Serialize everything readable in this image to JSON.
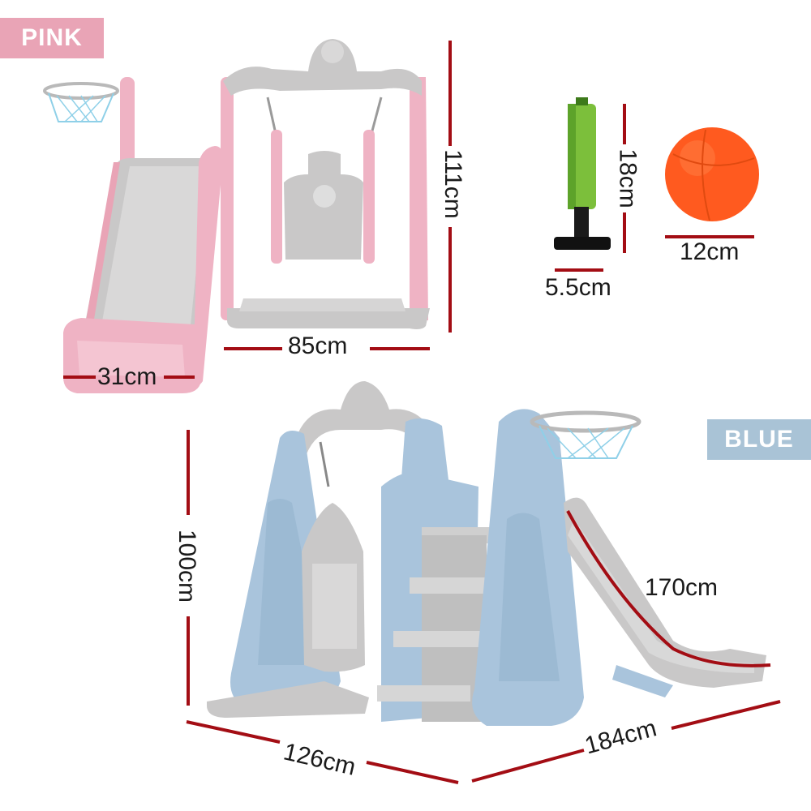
{
  "variants": {
    "pink": "PINK",
    "blue": "BLUE"
  },
  "dimensions": {
    "pink_slide_width": "31cm",
    "pink_swing_width": "85cm",
    "pink_height": "111cm",
    "pump_height": "18cm",
    "pump_base": "5.5cm",
    "ball_diameter": "12cm",
    "blue_height": "100cm",
    "blue_slide_length": "170cm",
    "blue_depth": "126cm",
    "blue_width": "184cm"
  },
  "colors": {
    "pink_label": "#e9a4b6",
    "blue_label": "#a9c3d6",
    "dimension_line": "#a30d14",
    "frame_pink": "#efb3c4",
    "frame_blue": "#a9c4dc",
    "grey_plastic": "#c9c8c8",
    "pump_green": "#7cbf3b",
    "ball_orange": "#ff5a1f"
  }
}
